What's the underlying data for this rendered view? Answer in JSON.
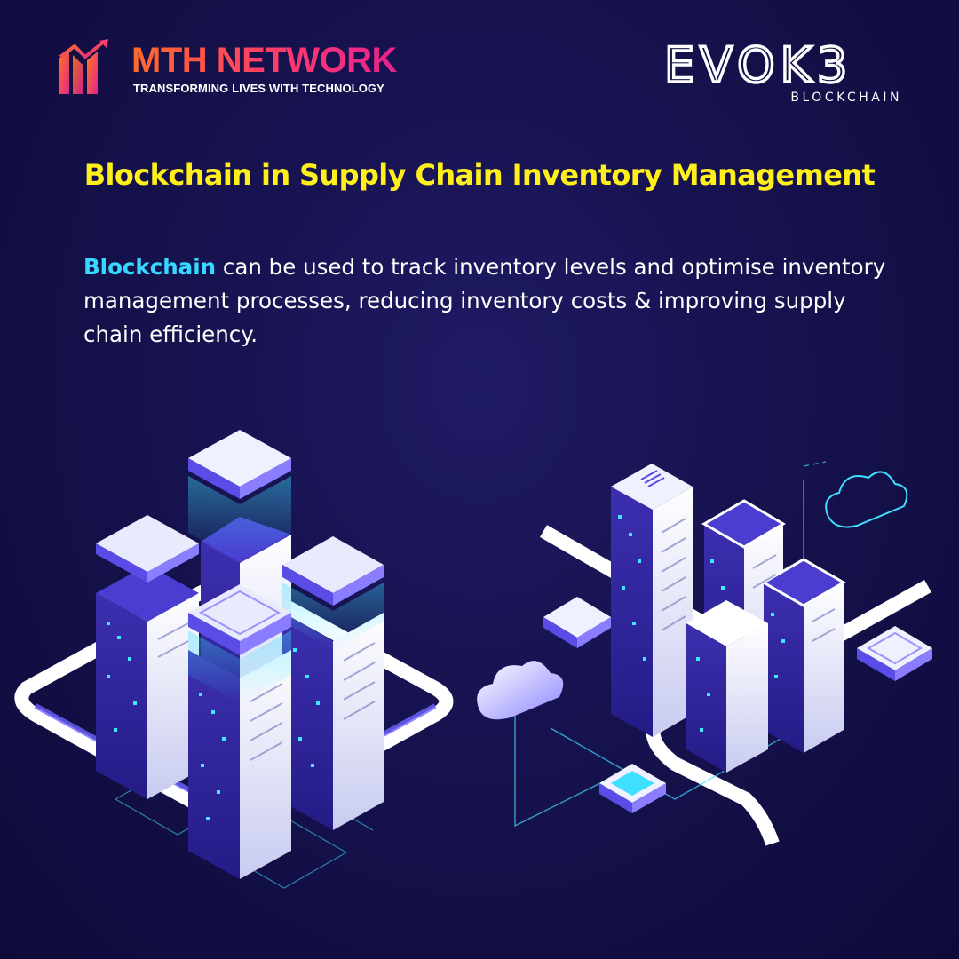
{
  "brand": {
    "name": "MTH NETWORK",
    "tagline": "TRANSFORMING LIVES WITH TECHNOLOGY"
  },
  "partner": {
    "name": "EVOK3",
    "subtitle": "BLOCKCHAIN"
  },
  "headline": "Blockchain in Supply Chain Inventory Management",
  "body": {
    "highlight": "Blockchain",
    "text": " can be used to track inventory levels and optimise inventory management processes, reducing inventory costs & improving supply chain efficiency."
  },
  "colors": {
    "background": "#16124e",
    "headline": "#ffef1a",
    "highlight": "#36d8ff",
    "brand_gradient_start": "#ff6a2a",
    "brand_gradient_end": "#e4238f"
  },
  "icons": [
    "mth-logo-icon",
    "cloud-icon",
    "building-icon",
    "server-tile-icon"
  ]
}
